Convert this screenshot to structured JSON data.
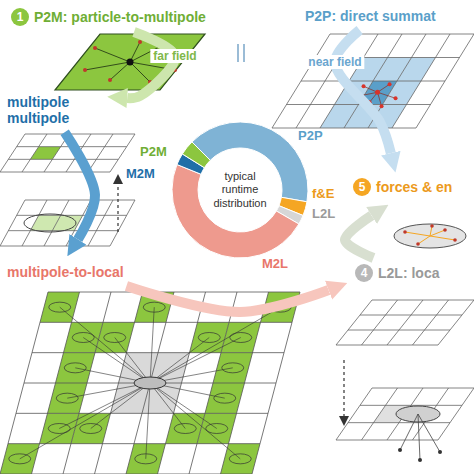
{
  "diagram": {
    "nodes": [
      {
        "text": [
          "1",
          "P2M: particle-to-multipole"
        ]
      },
      {
        "text": [
          "P2P: direct summat"
        ]
      },
      {
        "text": [
          "multipole multipole"
        ]
      },
      {
        "text": [
          "5",
          "forces & en"
        ]
      },
      {
        "text": [
          "multipole-to-local"
        ]
      },
      {
        "text": [
          "4",
          "L2L: loca"
        ]
      },
      {
        "text": [
          "typical runtime distribution"
        ]
      }
    ],
    "edges": [
      {
        "from": 0,
        "to": 2,
        "label": "far field",
        "arrow": "to"
      },
      {
        "from": 2,
        "to": 4,
        "arrow": "to"
      },
      {
        "from": 4,
        "to": 5,
        "arrow": "to"
      },
      {
        "from": 5,
        "to": 3,
        "arrow": "to"
      },
      {
        "from": 1,
        "to": 3,
        "label": "near field",
        "arrow": "to"
      }
    ],
    "labels": [
      "P2M",
      "M2M",
      "P2P",
      "f&E",
      "L2L",
      "M2L"
    ]
  }
}
